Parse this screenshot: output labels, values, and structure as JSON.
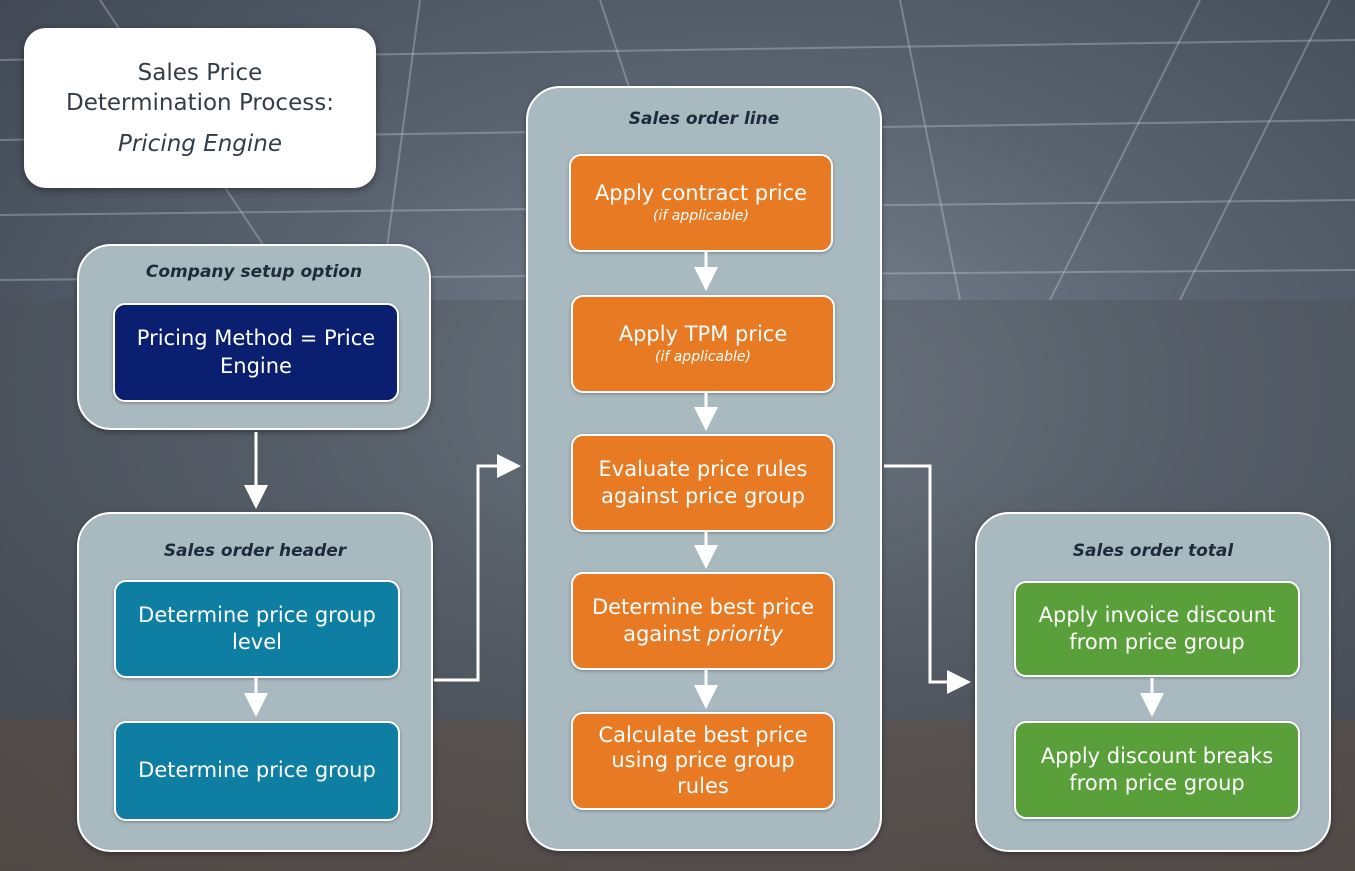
{
  "title": {
    "line1": "Sales Price",
    "line2": "Determination Process:",
    "subtitle": "Pricing Engine"
  },
  "panels": {
    "company_setup": {
      "title": "Company setup option",
      "steps": [
        {
          "line1": "Pricing Method = Price",
          "line2": "Engine"
        }
      ]
    },
    "order_header": {
      "title": "Sales order header",
      "steps": [
        {
          "line1": "Determine price group",
          "line2": "level"
        },
        {
          "line1": "Determine price group"
        }
      ]
    },
    "order_line": {
      "title": "Sales order line",
      "steps": [
        {
          "line1": "Apply contract price",
          "note": "(if applicable)"
        },
        {
          "line1": "Apply TPM price",
          "note": "(if applicable)"
        },
        {
          "line1": "Evaluate price rules",
          "line2": "against price group"
        },
        {
          "line1": "Determine best price",
          "line2_prefix": "against ",
          "line2_emph": "priority"
        },
        {
          "line1": "Calculate best price",
          "line2": "using price group",
          "line3": "rules"
        }
      ]
    },
    "order_total": {
      "title": "Sales order total",
      "steps": [
        {
          "line1": "Apply invoice discount",
          "line2": "from price group"
        },
        {
          "line1": "Apply discount breaks",
          "line2": "from price group"
        }
      ]
    }
  },
  "colors": {
    "panel": "#a9b9c0",
    "orange": "#e87a24",
    "teal": "#0e7fa3",
    "navy": "#0a1f70",
    "green": "#5aa03a",
    "connector": "#ffffff"
  }
}
